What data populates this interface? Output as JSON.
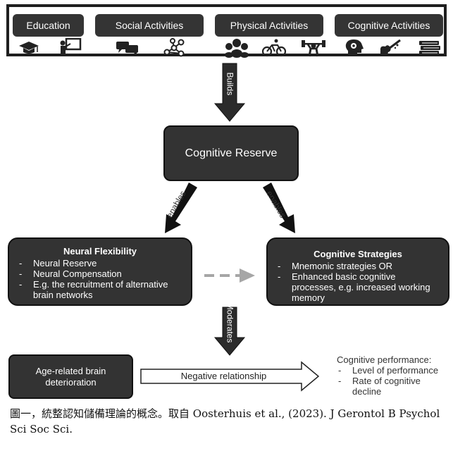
{
  "categories": [
    {
      "label": "Education"
    },
    {
      "label": "Social Activities"
    },
    {
      "label": "Physical Activities"
    },
    {
      "label": "Cognitive Activities"
    }
  ],
  "icons": [
    "graduation-cap-icon",
    "teacher-board-icon",
    "chat-bubbles-icon",
    "network-icon",
    "group-people-icon",
    "cycling-icon",
    "weightlifting-icon",
    "brain-gears-icon",
    "guitar-icon",
    "books-icon"
  ],
  "arrows": {
    "builds": "Builds",
    "enables_left": "enables",
    "enables_right": "enables",
    "moderates": "Moderates",
    "negative": "Negative relationship"
  },
  "cognitive_reserve": "Cognitive Reserve",
  "neural_flexibility": {
    "title": "Neural Flexibility",
    "items": [
      "Neural Reserve",
      "Neural Compensation",
      "E.g. the recruitment of alternative brain networks"
    ]
  },
  "cognitive_strategies": {
    "title": "Cognitive Strategies",
    "items": [
      "Mnemonic strategies OR",
      "Enhanced basic cognitive processes, e.g. increased working memory"
    ]
  },
  "age_related": "Age-related brain deterioration",
  "performance": {
    "title": "Cognitive performance:",
    "items": [
      "Level of performance",
      "Rate of cognitive decline"
    ]
  },
  "caption": "圖一，統整認知儲備理論的概念。取自 Oosterhuis et al., (2023). J Gerontol B Psychol Sci Soc Sci.",
  "colors": {
    "dark": "#333333",
    "arrow": "#2b2b2b",
    "dashed": "#a6a6a6"
  }
}
